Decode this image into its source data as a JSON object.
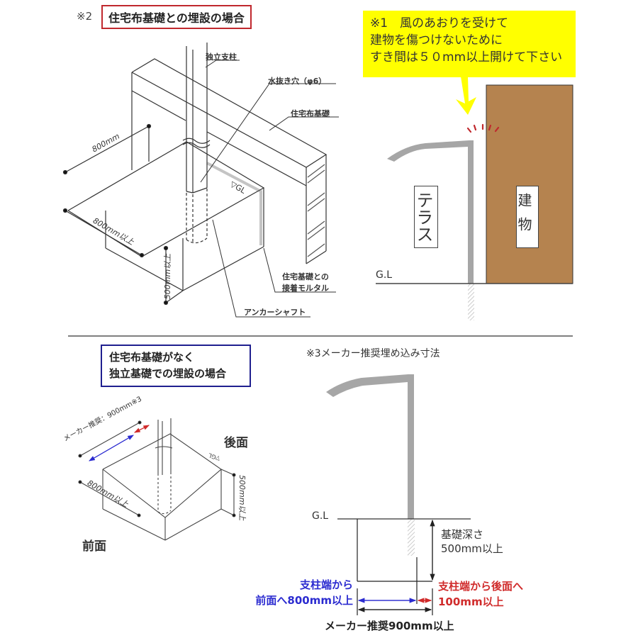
{
  "top_section": {
    "note_prefix": "※2",
    "title": "住宅布基礎との埋設の場合",
    "labels": {
      "post": "独立支柱",
      "drain_hole": "水抜き穴（φ6）",
      "house_foundation": "住宅布基礎",
      "gl_mark": "▽GL",
      "mortar_line1": "住宅基礎との",
      "mortar_line2": "接着モルタル",
      "anchor_shaft": "アンカーシャフト"
    },
    "dimensions": {
      "width_top": "800mm",
      "width_front": "800mm以上",
      "depth": "500mm以上"
    }
  },
  "callout": {
    "line1": "※1　風のあおりを受けて",
    "line2": "建物を傷つけないために",
    "line3": "すき間は５０mm以上開けて下さい",
    "bg_color": "#ffff00"
  },
  "side_view_top": {
    "terrace_label": "テラス",
    "building_label": "建物",
    "gl_label": "G.L",
    "building_color": "#b5834f",
    "structure_color": "#a6a6a6",
    "impact_color": "#c0282d"
  },
  "bottom_section": {
    "title_line1": "住宅布基礎がなく",
    "title_line2": "独立基礎での埋設の場合",
    "title_border_color": "#1f1f8f",
    "back_label": "後面",
    "front_label": "前面",
    "labels": {
      "maker_recommend": "メーカー推奨：900mm※3",
      "gl_mark": "▽GL"
    },
    "dimensions": {
      "width_front": "800mm以上",
      "depth": "500mm以上"
    }
  },
  "embed_diagram": {
    "title": "※3メーカー推奨埋め込み寸法",
    "gl_label": "G.L",
    "depth_line1": "基礎深さ",
    "depth_line2": "500mm以上",
    "front_line1": "支柱端から",
    "front_line2": "前面へ800mm以上",
    "back_line1": "支柱端から後面へ",
    "back_line2": "100mm以上",
    "total": "メーカー推奨900mm以上",
    "front_color": "#2b2bd0",
    "back_color": "#d02b2b"
  }
}
